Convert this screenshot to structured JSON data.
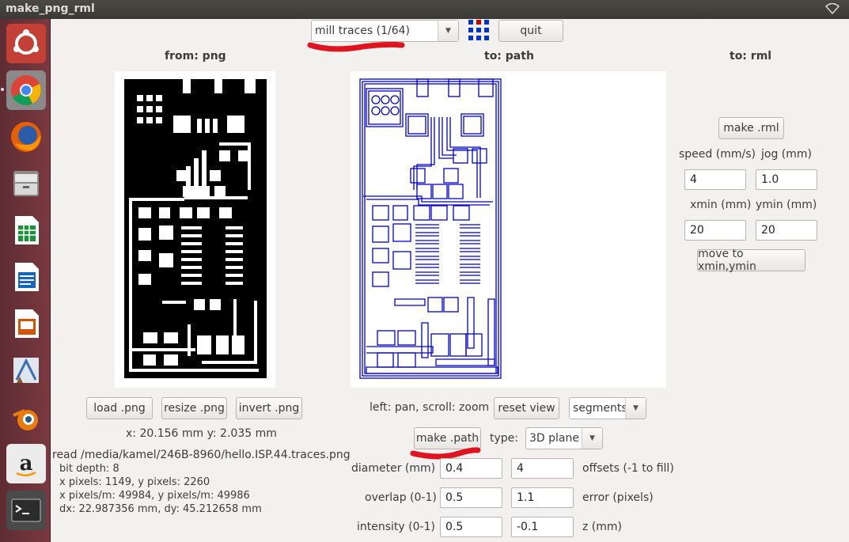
{
  "window": {
    "title": "make_png_rml"
  },
  "launcher": {
    "icons": [
      "ubuntu-dash-icon",
      "chrome-icon",
      "firefox-icon",
      "files-icon",
      "libreoffice-calc-icon",
      "libreoffice-writer-icon",
      "libreoffice-impress-icon",
      "inkscape-icon",
      "blender-icon",
      "amazon-icon",
      "terminal-icon"
    ]
  },
  "toolbar": {
    "process_select": "mill traces (1/64)",
    "quit_label": "quit"
  },
  "columns": {
    "from_png": "from: png",
    "to_path": "to: path",
    "to_rml": "to: rml"
  },
  "png_panel": {
    "load_label": "load .png",
    "resize_label": "resize .png",
    "invert_label": "invert .png",
    "cursor_readout": "x: 20.156 mm  y: 2.035 mm",
    "info_lines": [
      "read /media/kamel/246B-8960/hello.ISP.44.traces.png",
      "bit depth: 8",
      "x pixels: 1149, y pixels: 2260",
      "x pixels/m: 49984, y pixels/m: 49986",
      "dx: 22.987356 mm, dy: 45.212658 mm"
    ]
  },
  "path_panel": {
    "hint": "left: pan, scroll: zoom",
    "reset_view_label": "reset view",
    "display_select": "segments",
    "make_path_label": "make .path",
    "type_label": "type:",
    "type_select": "3D plane",
    "diameter_label": "diameter (mm)",
    "diameter_value": "0.4",
    "offsets_value": "4",
    "offsets_label": "offsets (-1 to fill)",
    "overlap_label": "overlap (0-1)",
    "overlap_value": "0.5",
    "error_value": "1.1",
    "error_label": "error (pixels)",
    "intensity_label": "intensity (0-1)",
    "intensity_value": "0.5",
    "z_value": "-0.1",
    "z_label": "z (mm)"
  },
  "rml_panel": {
    "make_rml_label": "make .rml",
    "speed_label": "speed (mm/s)",
    "jog_label": "jog (mm)",
    "speed_value": "4",
    "jog_value": "1.0",
    "xmin_label": "xmin (mm)",
    "ymin_label": "ymin (mm)",
    "xmin_value": "20",
    "ymin_value": "20",
    "move_label": "move to xmin,ymin"
  },
  "colors": {
    "accent_red": "#e0141e",
    "path_blue": "#0000cc",
    "launcher_bg": "#6e3339"
  }
}
